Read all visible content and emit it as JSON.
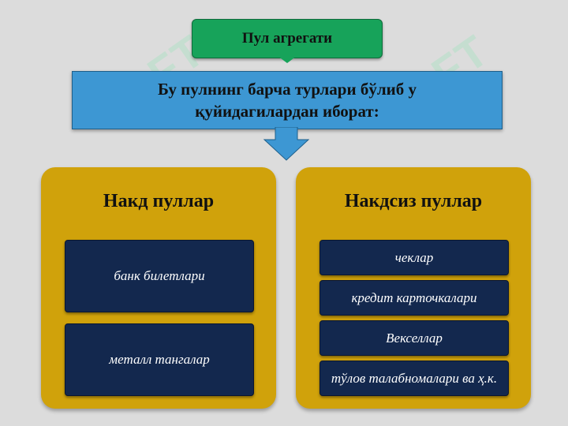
{
  "header": {
    "title": "Пул агрегати"
  },
  "intro": {
    "text_line1": "Бу пулнинг барча турлари бўлиб у",
    "text_line2": "қуйидагилардан иборат:"
  },
  "left_panel": {
    "title": "Накд пуллар",
    "items": [
      "банк билетлари",
      "металл тангалар"
    ]
  },
  "right_panel": {
    "title": "Накдсиз пуллар",
    "items": [
      "чеклар",
      "кредит карточкалари",
      "Векселлар",
      "тўлов талабномалари ва ҳ.к."
    ]
  },
  "colors": {
    "green": "#17a35a",
    "blue": "#3d97d3",
    "gold": "#d0a20b",
    "navy": "#13284e"
  }
}
